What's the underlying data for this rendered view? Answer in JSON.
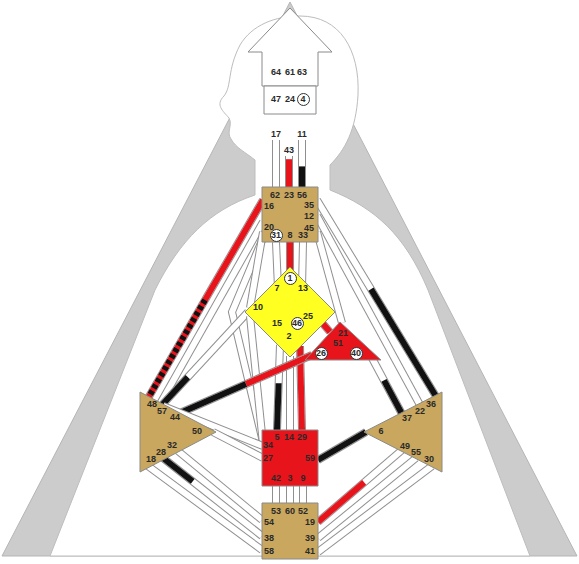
{
  "diagram": {
    "nodes": [
      {
        "text": [
          "64",
          "61",
          "63"
        ]
      },
      {
        "text": [
          "47",
          "24",
          "4",
          "17",
          "43",
          "11"
        ]
      },
      {
        "text": [
          "62",
          "23",
          "56",
          "16",
          "35",
          "12",
          "45",
          "20",
          "31",
          "8",
          "33"
        ]
      },
      {
        "text": [
          "1",
          "7",
          "13",
          "10",
          "25",
          "15",
          "46",
          "2"
        ]
      },
      {
        "text": [
          "21",
          "51",
          "26",
          "40"
        ]
      },
      {
        "text": [
          "48",
          "57",
          "44",
          "50",
          "32",
          "28",
          "18"
        ]
      },
      {
        "text": [
          "36",
          "22",
          "37",
          "6",
          "49",
          "55",
          "30"
        ]
      },
      {
        "text": [
          "5",
          "14",
          "29",
          "34",
          "27",
          "59",
          "42",
          "3",
          "9"
        ]
      },
      {
        "text": [
          "53",
          "60",
          "52",
          "54",
          "19",
          "38",
          "39",
          "58",
          "41"
        ]
      }
    ],
    "edges": [
      {
        "from": 0,
        "to": 1,
        "arrow": "none"
      },
      {
        "from": 0,
        "to": 1,
        "arrow": "none"
      },
      {
        "from": 0,
        "to": 1,
        "arrow": "none"
      },
      {
        "from": 1,
        "to": 2,
        "arrow": "none"
      },
      {
        "from": 1,
        "to": 2,
        "arrow": "none"
      },
      {
        "from": 1,
        "to": 2,
        "arrow": "none"
      },
      {
        "from": 2,
        "to": 3,
        "arrow": "none"
      },
      {
        "from": 2,
        "to": 3,
        "arrow": "none"
      },
      {
        "from": 2,
        "to": 3,
        "arrow": "none"
      },
      {
        "from": 2,
        "to": 5,
        "arrow": "none"
      },
      {
        "from": 2,
        "to": 5,
        "arrow": "none"
      },
      {
        "from": 2,
        "to": 7,
        "arrow": "none"
      },
      {
        "from": 2,
        "to": 3,
        "arrow": "none"
      },
      {
        "from": 2,
        "to": 4,
        "arrow": "none"
      },
      {
        "from": 2,
        "to": 6,
        "arrow": "none"
      },
      {
        "from": 2,
        "to": 6,
        "arrow": "none"
      },
      {
        "from": 3,
        "to": 5,
        "arrow": "none"
      },
      {
        "from": 3,
        "to": 7,
        "arrow": "none"
      },
      {
        "from": 3,
        "to": 7,
        "arrow": "none"
      },
      {
        "from": 3,
        "to": 7,
        "arrow": "none"
      },
      {
        "from": 3,
        "to": 7,
        "arrow": "none"
      },
      {
        "from": 3,
        "to": 4,
        "arrow": "none"
      },
      {
        "from": 4,
        "to": 5,
        "arrow": "none"
      },
      {
        "from": 4,
        "to": 6,
        "arrow": "none"
      },
      {
        "from": 5,
        "to": 7,
        "arrow": "none"
      },
      {
        "from": 5,
        "to": 7,
        "arrow": "none"
      },
      {
        "from": 5,
        "to": 8,
        "arrow": "none"
      },
      {
        "from": 5,
        "to": 8,
        "arrow": "none"
      },
      {
        "from": 5,
        "to": 8,
        "arrow": "none"
      },
      {
        "from": 6,
        "to": 7,
        "arrow": "none"
      },
      {
        "from": 6,
        "to": 8,
        "arrow": "none"
      },
      {
        "from": 6,
        "to": 8,
        "arrow": "none"
      },
      {
        "from": 6,
        "to": 8,
        "arrow": "none"
      },
      {
        "from": 7,
        "to": 8,
        "arrow": "none"
      },
      {
        "from": 7,
        "to": 8,
        "arrow": "none"
      },
      {
        "from": 7,
        "to": 8,
        "arrow": "none"
      }
    ]
  }
}
